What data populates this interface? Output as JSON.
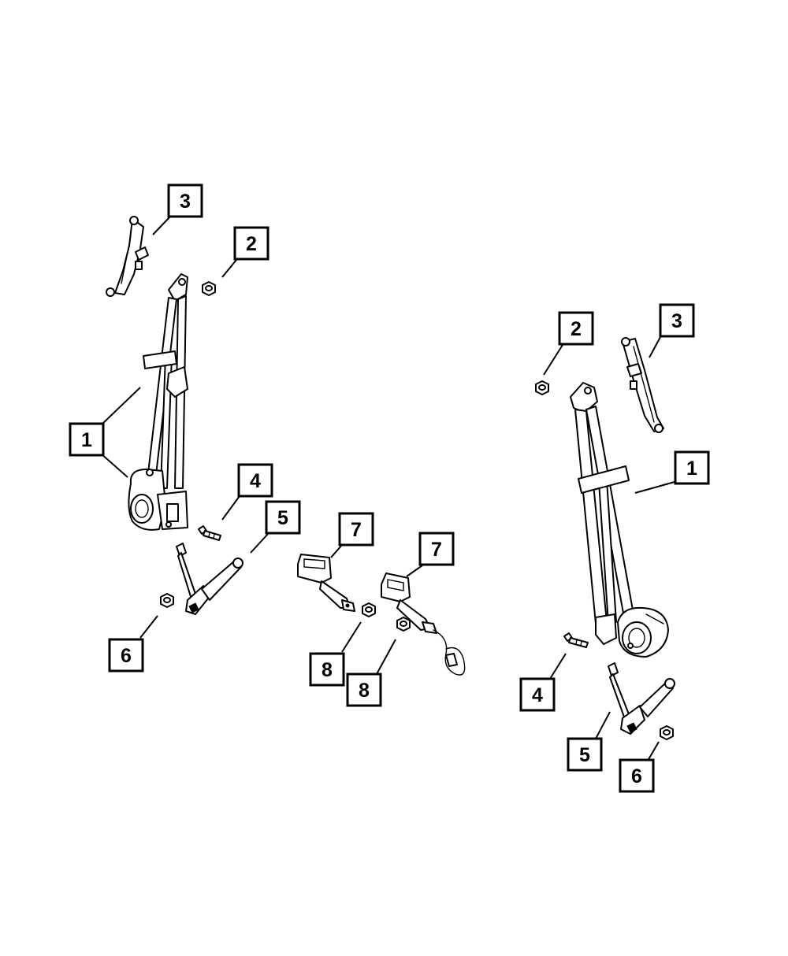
{
  "diagram": {
    "colors": {
      "line": "#000000",
      "background": "#ffffff"
    },
    "callouts": [
      {
        "id": "left-1",
        "label": "1"
      },
      {
        "id": "left-2",
        "label": "2"
      },
      {
        "id": "left-3",
        "label": "3"
      },
      {
        "id": "left-4",
        "label": "4"
      },
      {
        "id": "left-5",
        "label": "5"
      },
      {
        "id": "left-6",
        "label": "6"
      },
      {
        "id": "center-7a",
        "label": "7"
      },
      {
        "id": "center-7b",
        "label": "7"
      },
      {
        "id": "center-8a",
        "label": "8"
      },
      {
        "id": "center-8b",
        "label": "8"
      },
      {
        "id": "right-1",
        "label": "1"
      },
      {
        "id": "right-2",
        "label": "2"
      },
      {
        "id": "right-3",
        "label": "3"
      },
      {
        "id": "right-4",
        "label": "4"
      },
      {
        "id": "right-5",
        "label": "5"
      },
      {
        "id": "right-6",
        "label": "6"
      }
    ]
  }
}
